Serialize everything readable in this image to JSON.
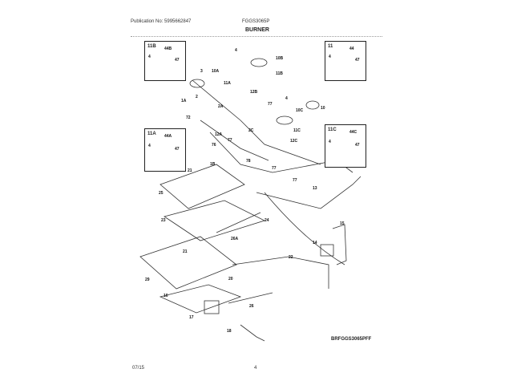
{
  "header": {
    "publication": "Publication No: 5995662847",
    "model": "FGGS3065P",
    "section_title": "BURNER"
  },
  "footer": {
    "date": "07/15",
    "page": "4",
    "diagram_code": "BRFGGS3065PFF"
  },
  "insets": [
    {
      "title": "11B",
      "parts": [
        "44B",
        "4",
        "47"
      ]
    },
    {
      "title": "11",
      "parts": [
        "44",
        "4",
        "47"
      ]
    },
    {
      "title": "11A",
      "parts": [
        "44A",
        "4",
        "47"
      ]
    },
    {
      "title": "11C",
      "parts": [
        "44C",
        "4",
        "47"
      ]
    }
  ],
  "callouts": [
    "4",
    "10B",
    "3",
    "10A",
    "11A",
    "11B",
    "12B",
    "2",
    "2A",
    "1A",
    "72",
    "77",
    "4",
    "10C",
    "10",
    "2C",
    "11C",
    "12C",
    "12A",
    "76",
    "77",
    "1B",
    "78",
    "77",
    "77",
    "21",
    "25",
    "13",
    "23",
    "24",
    "15",
    "26A",
    "14",
    "22",
    "21",
    "29",
    "20",
    "16",
    "17",
    "26",
    "18"
  ]
}
